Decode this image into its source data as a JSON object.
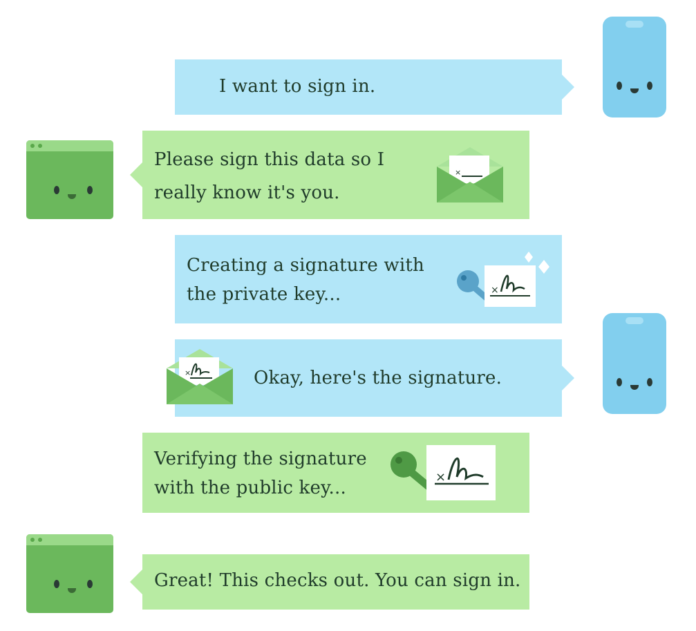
{
  "messages": {
    "m1": "I want to sign in.",
    "m2_line1": "Please sign this data so I",
    "m2_line2": "really know it's you.",
    "m3_line1": "Creating a signature with",
    "m3_line2": "the private key...",
    "m4": "Okay, here's the signature.",
    "m5_line1": "Verifying the signature",
    "m5_line2": "with the public key...",
    "m6": "Great! This checks out. You can sign in."
  },
  "icons": {
    "phone": "smartphone-character-icon",
    "browser": "browser-window-character-icon",
    "envelope": "envelope-icon",
    "key": "key-icon",
    "signature": "signature-card-icon",
    "sparkle": "sparkle-icon"
  },
  "colors": {
    "client_bubble": "#b2e6f8",
    "server_bubble": "#b8eba3",
    "phone": "#82cfee",
    "browser": "#6bb85c",
    "text": "#1f3b2a"
  }
}
